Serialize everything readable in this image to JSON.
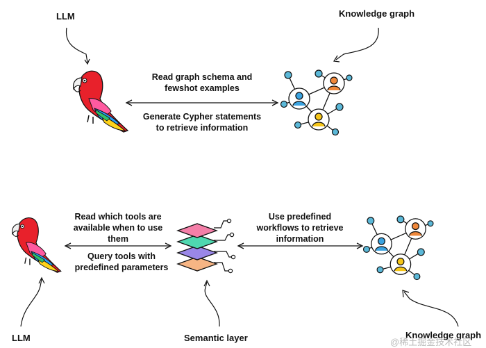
{
  "top": {
    "llm_label": "LLM",
    "kg_label": "Knowledge graph",
    "arrow_text_1": [
      "Read graph schema and",
      "fewshot examples"
    ],
    "arrow_text_2": [
      "Generate Cypher statements",
      "to retrieve information"
    ]
  },
  "bottom": {
    "llm_label": "LLM",
    "kg_label": "Knowledge graph",
    "semantic_label": "Semantic layer",
    "left_text_1": [
      "Read which tools are",
      "available when to use",
      "them"
    ],
    "left_text_2": [
      "Query tools with",
      "predefined parameters"
    ],
    "right_text": [
      "Use predefined",
      "workflows to retrieve",
      "information"
    ]
  },
  "watermark": "@稀土掘金技术社区",
  "icons": {
    "llm": "parrot-icon",
    "graph": "knowledge-graph-icon",
    "semantic": "semantic-layer-stack-icon"
  },
  "colors": {
    "node_blue": "#5bb8d8",
    "person_orange": "#f0883a",
    "person_blue": "#3aa3e0",
    "person_yellow": "#f5c518",
    "layer_pink": "#f47fa8",
    "layer_green": "#4fd8b0",
    "layer_purple": "#9a87e8",
    "layer_orange": "#f7b584"
  }
}
